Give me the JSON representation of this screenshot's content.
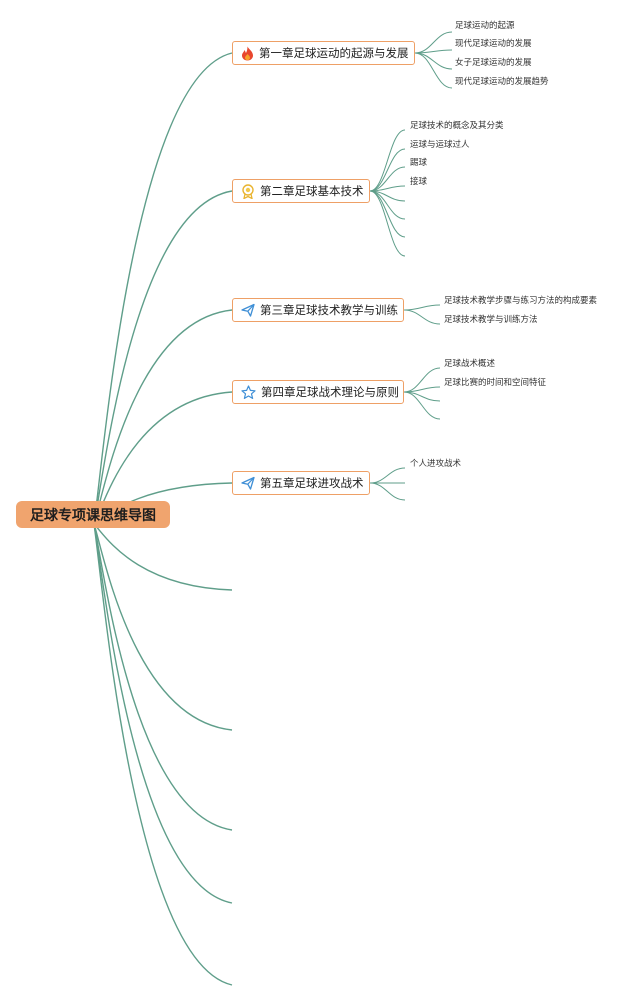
{
  "root": {
    "title": "足球专项课思维导图"
  },
  "chapters": [
    {
      "label": "第一章足球运动的起源与发展",
      "icon": "fire-icon",
      "children": [
        "足球运动的起源",
        "现代足球运动的发展",
        "女子足球运动的发展",
        "现代足球运动的发展趋势"
      ]
    },
    {
      "label": "第二章足球基本技术",
      "icon": "medal-icon",
      "children": [
        "足球技术的概念及其分类",
        "运球与运球过人",
        "踢球",
        "接球",
        "",
        "",
        "",
        ""
      ]
    },
    {
      "label": "第三章足球技术教学与训练",
      "icon": "paper-plane-icon",
      "children": [
        "足球技术教学步骤与练习方法的构成要素",
        "足球技术教学与训练方法"
      ]
    },
    {
      "label": "第四章足球战术理论与原则",
      "icon": "star-icon",
      "children": [
        "足球战术概述",
        "足球比赛的时间和空间特征",
        "",
        ""
      ]
    },
    {
      "label": "第五章足球进攻战术",
      "icon": "paper-plane-icon",
      "children": [
        "个人进攻战术",
        "",
        ""
      ]
    }
  ],
  "colors": {
    "edge": "#5f9e8a",
    "root_fill": "#f0a46e",
    "chapter_border": "#eea066"
  }
}
